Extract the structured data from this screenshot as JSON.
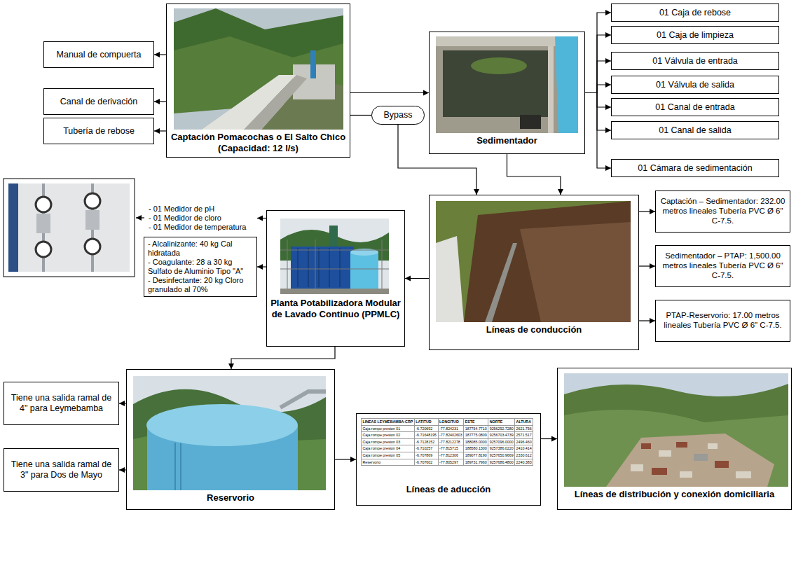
{
  "diagram": {
    "nodes": [
      {
        "text": [
          "Manual de compuerta"
        ]
      },
      {
        "text": [
          "Canal de derivación"
        ]
      },
      {
        "text": [
          "Tubería de rebose"
        ]
      },
      {
        "text": [
          "Captación Pomacochas o El Salto Chico (Capacidad: 12 l/s)"
        ]
      },
      {
        "text": [
          "Sedimentador"
        ]
      },
      {
        "text": [
          "01 Caja de rebose"
        ]
      },
      {
        "text": [
          "01 Caja de limpieza"
        ]
      },
      {
        "text": [
          "01 Válvula de entrada"
        ]
      },
      {
        "text": [
          "01 Válvula de salida"
        ]
      },
      {
        "text": [
          "01 Canal de entrada"
        ]
      },
      {
        "text": [
          "01 Canal de salida"
        ]
      },
      {
        "text": [
          "01 Cámara de sedimentación"
        ]
      },
      {
        "text": [
          "Bypass"
        ]
      },
      {
        "text": [
          "- 01 Medidor de pH",
          "- 01 Medidor de cloro",
          "- 01 Medidor de temperatura"
        ]
      },
      {
        "text": [
          "- Alcalinizante: 40 kg Cal hidratada",
          "- Coagulante: 28 a 30 kg Sulfato de Aluminio Tipo \"A\"",
          "- Desinfectante: 20 kg Cloro granulado al 70%"
        ]
      },
      {
        "text": [
          "Planta Potabilizadora Modular de Lavado Continuo (PPMLC)"
        ]
      },
      {
        "text": [
          "Líneas de conducción"
        ]
      },
      {
        "text": [
          "Captación – Sedimentador: 232.00 metros lineales Tubería PVC Ø 6\" C-7.5."
        ]
      },
      {
        "text": [
          "Sedimentador – PTAP: 1,500.00 metros lineales Tubería PVC Ø 6\" C-7.5."
        ]
      },
      {
        "text": [
          "PTAP-Reservorio: 17.00 metros lineales Tubería PVC Ø 6\" C-7.5."
        ]
      },
      {
        "text": [
          "Tiene una salida ramal de 4\" para Leymebamba"
        ]
      },
      {
        "text": [
          "Tiene una salida ramal de 3\" para Dos de Mayo"
        ]
      },
      {
        "text": [
          "Reservorio"
        ]
      },
      {
        "text": [
          "Líneas de aducción"
        ]
      },
      {
        "text": [
          "Líneas de distribución y conexión domiciliaria"
        ]
      }
    ],
    "edges": [
      {
        "from": 3,
        "to": 0,
        "arrow": "to"
      },
      {
        "from": 3,
        "to": 1,
        "arrow": "to"
      },
      {
        "from": 3,
        "to": 2,
        "arrow": "to"
      },
      {
        "from": 3,
        "to": 4,
        "arrow": "to"
      },
      {
        "from": 4,
        "to": 5,
        "arrow": "to"
      },
      {
        "from": 4,
        "to": 6,
        "arrow": "to"
      },
      {
        "from": 4,
        "to": 7,
        "arrow": "to"
      },
      {
        "from": 4,
        "to": 8,
        "arrow": "to"
      },
      {
        "from": 4,
        "to": 9,
        "arrow": "to"
      },
      {
        "from": 4,
        "to": 10,
        "arrow": "to"
      },
      {
        "from": 4,
        "to": 11,
        "arrow": "to"
      },
      {
        "from": 3,
        "to": 12,
        "arrow": "none"
      },
      {
        "from": 12,
        "to": 16,
        "arrow": "to"
      },
      {
        "from": 4,
        "to": 16,
        "arrow": "to"
      },
      {
        "from": 16,
        "to": 17,
        "arrow": "to"
      },
      {
        "from": 16,
        "to": 18,
        "arrow": "to"
      },
      {
        "from": 16,
        "to": 19,
        "arrow": "to"
      },
      {
        "from": 16,
        "to": 15,
        "arrow": "to"
      },
      {
        "from": 15,
        "to": 13,
        "arrow": "to"
      },
      {
        "from": 15,
        "to": 14,
        "arrow": "to"
      },
      {
        "from": 15,
        "to": 22,
        "arrow": "to"
      },
      {
        "from": 22,
        "to": 20,
        "arrow": "to"
      },
      {
        "from": 22,
        "to": 21,
        "arrow": "to"
      },
      {
        "from": 22,
        "to": 23,
        "arrow": "to"
      },
      {
        "from": 23,
        "to": 24,
        "arrow": "to"
      }
    ],
    "labels": [
      "LINEAS LEYMEBAMBA-CRP",
      "LATITUD",
      "LONGITUD",
      "ESTE",
      "NORTE",
      "ALTURA",
      "Caja rompe presion 01",
      "-6.720692",
      "-77.824231",
      "187754.7710",
      "9256292.7280",
      "2621.756",
      "Caja rompe presion 02",
      "-6.71648195",
      "-77.82402603",
      "187775.0809",
      "9256703.4739",
      "2571.517",
      "Caja rompe presion 03",
      "-6.7128152",
      "-77.8212278",
      "188085.0000",
      "9257096.0000",
      "2496.460",
      "Caja rompe presion 04",
      "-6.710257",
      "-77.815715",
      "188580.1300",
      "9257386.0220",
      "2410.414",
      "Caja rompe presion 05",
      "-6.707869",
      "-77.812306",
      "189077.8190",
      "9257650.9669",
      "2330.612",
      "Reservorio",
      "-6.707602",
      "-77.805297",
      "189731.7960",
      "9257686.4800",
      "2240.383"
    ]
  }
}
